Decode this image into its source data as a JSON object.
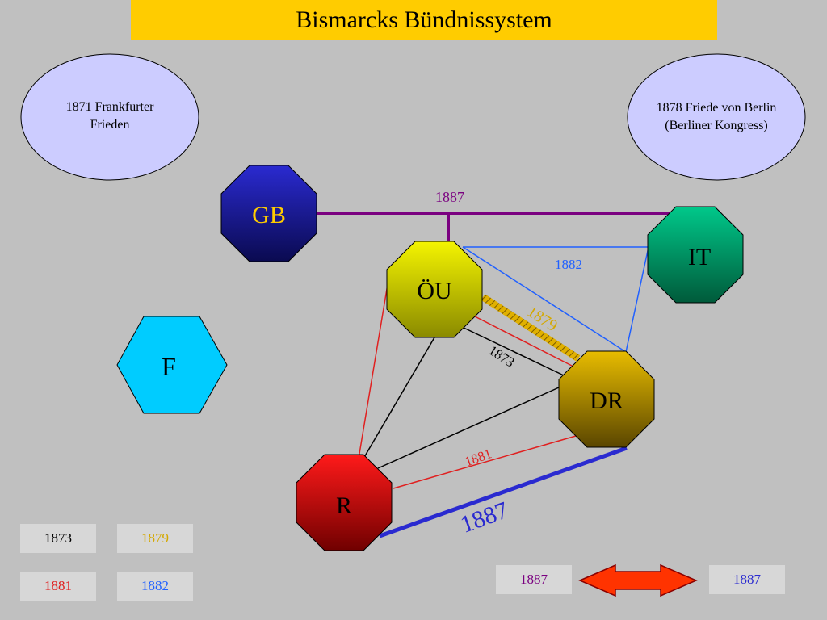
{
  "title": "Bismarcks Bündnissystem",
  "treaties": {
    "frankfurt": "1871 Frankfurter Frieden",
    "berlin": "1878 Friede von Berlin (Berliner Kongress)"
  },
  "nodes": {
    "gb": "GB",
    "ou": "ÖU",
    "it": "IT",
    "f": "F",
    "dr": "DR",
    "r": "R"
  },
  "line_labels": {
    "gb_it": "1887",
    "ou_it": "1882",
    "ou_dr_1879": "1879",
    "ou_dr_1873": "1873",
    "r_dr_1881": "1881",
    "r_dr_1887": "1887"
  },
  "legend": {
    "l1873": "1873",
    "l1879": "1879",
    "l1881": "1881",
    "l1882": "1882",
    "left_1887": "1887",
    "right_1887": "1887"
  },
  "colors": {
    "title_bg": "#ffcc00",
    "gb": "#1a1a8c",
    "ou": "#e8e800",
    "it": "#009966",
    "f": "#00ccff",
    "dr": "#c8a000",
    "r": "#e00000",
    "line_1873": "#000000",
    "line_1879": "#d4a800",
    "line_1881": "#e02020",
    "line_1882": "#2060ff",
    "line_1887_gb": "#7a0080",
    "line_1887_r": "#2a2ad0"
  }
}
